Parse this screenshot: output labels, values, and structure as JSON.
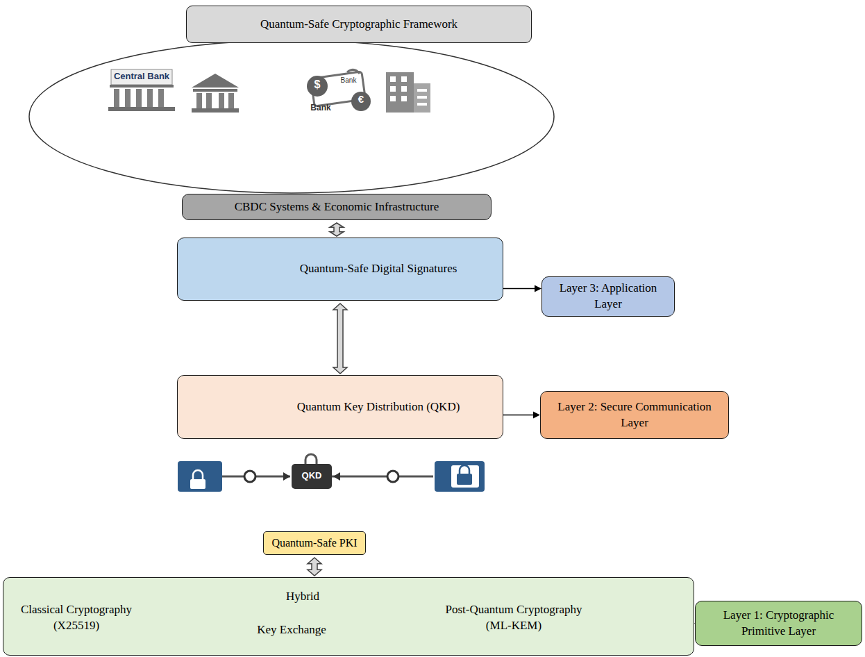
{
  "diagram": {
    "title": "Quantum-Safe Cryptographic Framework",
    "nodes": [
      {
        "text": [
          "CBDC Systems & Economic Infrastructure"
        ]
      },
      {
        "text": [
          "Quantum-Safe Digital Signatures"
        ]
      },
      {
        "text": [
          "Layer 3: Application Layer"
        ]
      },
      {
        "text": [
          "Quantum Key Distribution (QKD)"
        ]
      },
      {
        "text": [
          "Layer 2: Secure Communication Layer"
        ]
      },
      {
        "text": [
          "Quantum-Safe PKI"
        ]
      },
      {
        "text": [
          "Classical Cryptography (X25519)",
          "Hybrid",
          "Key Exchange",
          "Post-Quantum Cryptography (ML-KEM)"
        ]
      },
      {
        "text": [
          "Layer 1: Cryptographic Primitive Layer"
        ]
      }
    ],
    "edges": [
      {
        "from": 0,
        "to": 1,
        "arrow": "both"
      },
      {
        "from": 1,
        "to": 2,
        "arrow": "to"
      },
      {
        "from": 1,
        "to": 3,
        "arrow": "both"
      },
      {
        "from": 3,
        "to": 4,
        "arrow": "to"
      },
      {
        "from": 5,
        "to": 6,
        "arrow": "both"
      },
      {
        "from": 6,
        "to": 7,
        "arrow": "to"
      }
    ],
    "labels": [
      "Central Bank",
      "$",
      "Bank",
      "€",
      "Bank",
      "QKD"
    ]
  }
}
